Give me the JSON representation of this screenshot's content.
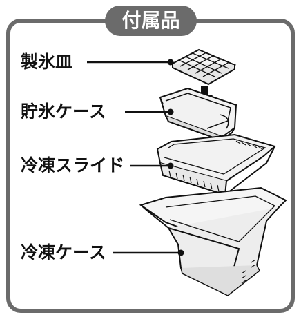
{
  "title": "付属品",
  "parts": [
    {
      "id": "ice-tray",
      "label": "製氷皿"
    },
    {
      "id": "ice-storage-case",
      "label": "貯氷ケース"
    },
    {
      "id": "freezer-slide",
      "label": "冷凍スライド"
    },
    {
      "id": "freezer-case",
      "label": "冷凍ケース"
    }
  ],
  "colors": {
    "frame": "#6b6b6b",
    "title_bg": "#6b6b6b",
    "title_text": "#ffffff",
    "label_text": "#111111",
    "line": "#111111",
    "arrow": "#111111"
  }
}
